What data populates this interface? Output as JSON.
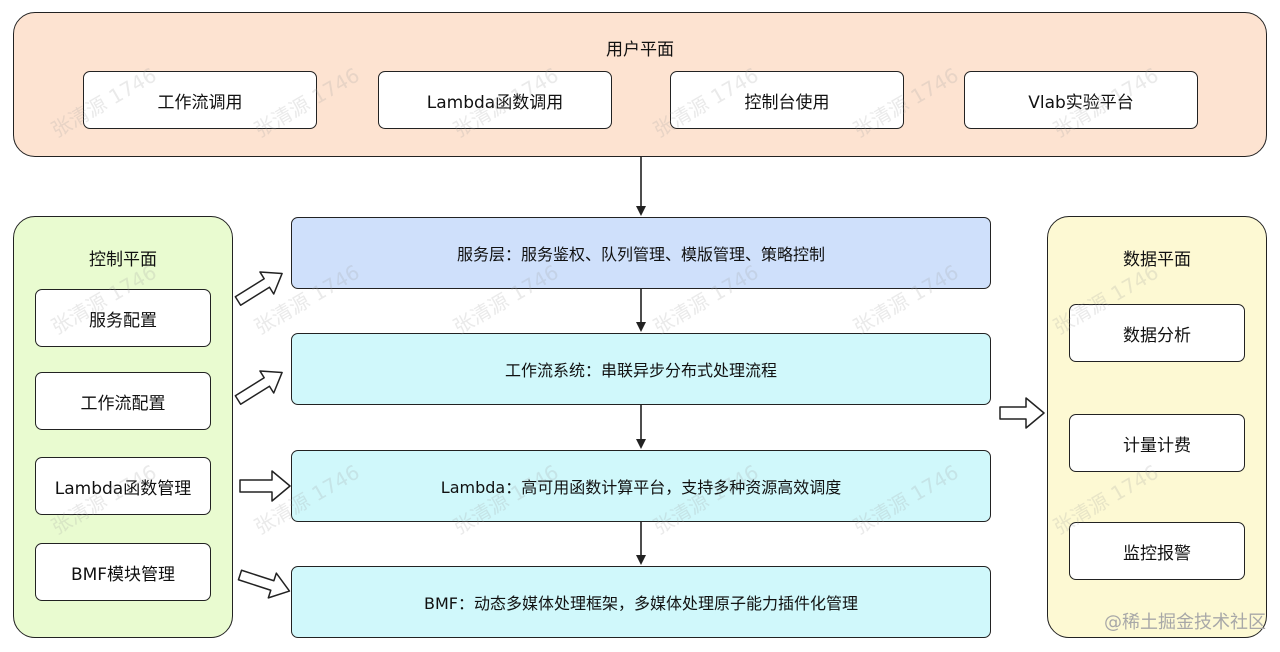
{
  "user_plane": {
    "title": "用户平面",
    "items": [
      "工作流调用",
      "Lambda函数调用",
      "控制台使用",
      "Vlab实验平台"
    ]
  },
  "control_plane": {
    "title": "控制平面",
    "items": [
      "服务配置",
      "工作流配置",
      "Lambda函数管理",
      "BMF模块管理"
    ]
  },
  "data_plane": {
    "title": "数据平面",
    "items": [
      "数据分析",
      "计量计费",
      "监控报警"
    ]
  },
  "layers": [
    {
      "text": "服务层：服务鉴权、队列管理、模版管理、策略控制",
      "color": "#cfe0fb"
    },
    {
      "text": "工作流系统：串联异步分布式处理流程",
      "color": "#d0f8fb"
    },
    {
      "text": "Lambda：高可用函数计算平台，支持多种资源高效调度",
      "color": "#d0f8fb"
    },
    {
      "text": "BMF：动态多媒体处理框架，多媒体处理原子能力插件化管理",
      "color": "#d0f8fb"
    }
  ],
  "colors": {
    "user_plane_bg": "#fde3d1",
    "control_plane_bg": "#e9fbd0",
    "data_plane_bg": "#fdf9d3"
  },
  "watermark": "张清源 1746",
  "credit": "@稀土掘金技术社区"
}
